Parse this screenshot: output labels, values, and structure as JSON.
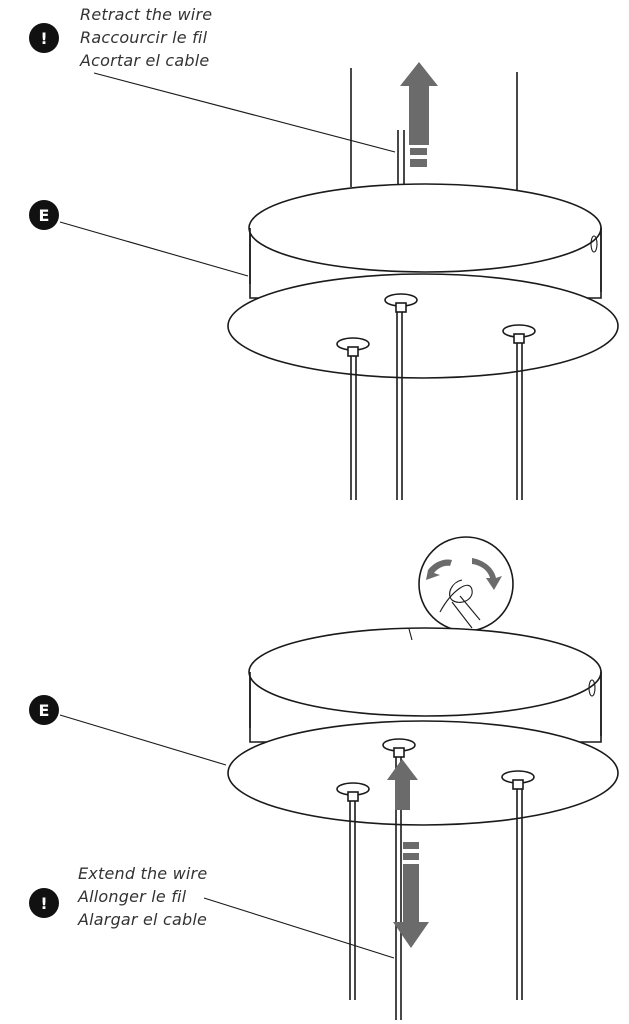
{
  "top_panel": {
    "captions": [
      "Retract the wire",
      "Raccourcir le fil",
      "Acortar el cable"
    ],
    "warning_badge": "!",
    "part_badge": "E",
    "arrow_color": "#6b6b6b"
  },
  "bottom_panel": {
    "captions": [
      "Extend the wire",
      "Allonger le fil",
      "Alargar el cable"
    ],
    "warning_badge": "!",
    "part_badge": "E",
    "arrow_color": "#6b6b6b"
  },
  "colors": {
    "line": "#1a1a1a",
    "badge": "#111111",
    "arrow": "#6b6b6b"
  },
  "icons": [
    "warning-icon",
    "part-label-icon",
    "arrow-up-icon",
    "arrow-down-icon",
    "rotate-detail-icon"
  ]
}
